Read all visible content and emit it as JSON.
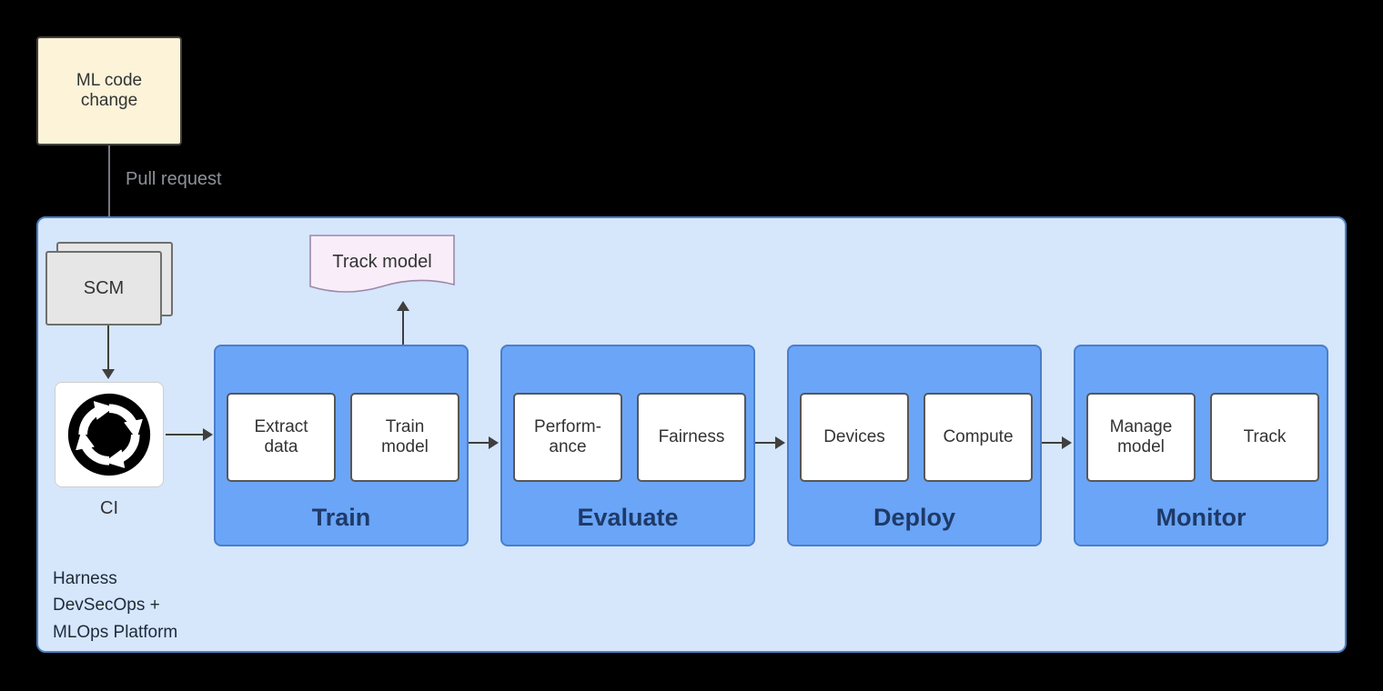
{
  "diagram": {
    "source_node": {
      "label": "ML code\nchange"
    },
    "pull_request_label": "Pull request",
    "scm_label": "SCM",
    "ci_label": "CI",
    "track_model_label": "Track model",
    "platform_label": "Harness\nDevSecOps +\nMLOps Platform",
    "stages": [
      {
        "name": "Train",
        "items": [
          "Extract\ndata",
          "Train\nmodel"
        ]
      },
      {
        "name": "Evaluate",
        "items": [
          "Perform-\nance",
          "Fairness"
        ]
      },
      {
        "name": "Deploy",
        "items": [
          "Devices",
          "Compute"
        ]
      },
      {
        "name": "Monitor",
        "items": [
          "Manage\nmodel",
          "Track"
        ]
      }
    ]
  },
  "colors": {
    "page_bg": "#000000",
    "ml_box_fill": "#fcf3d9",
    "ml_box_border": "#44403a",
    "pull_label": "#8d9199",
    "container_fill": "#d6e6fb",
    "container_border": "#4d80c3",
    "scm_fill": "#e6e6e6",
    "scm_border": "#6f6f6f",
    "stage_fill": "#6ba5f7",
    "stage_border": "#4a7fc9",
    "inner_fill": "#ffffff",
    "inner_border": "#575757",
    "stage_label": "#1e3a68",
    "doc_fill": "#f9edf9",
    "doc_border": "#9a8aa8",
    "text": "#333333",
    "platform_label": "#1c2b3a",
    "arrow_outer": "#75797f",
    "arrow_inner": "#3f3f3f",
    "ci_icon": "#000000"
  }
}
